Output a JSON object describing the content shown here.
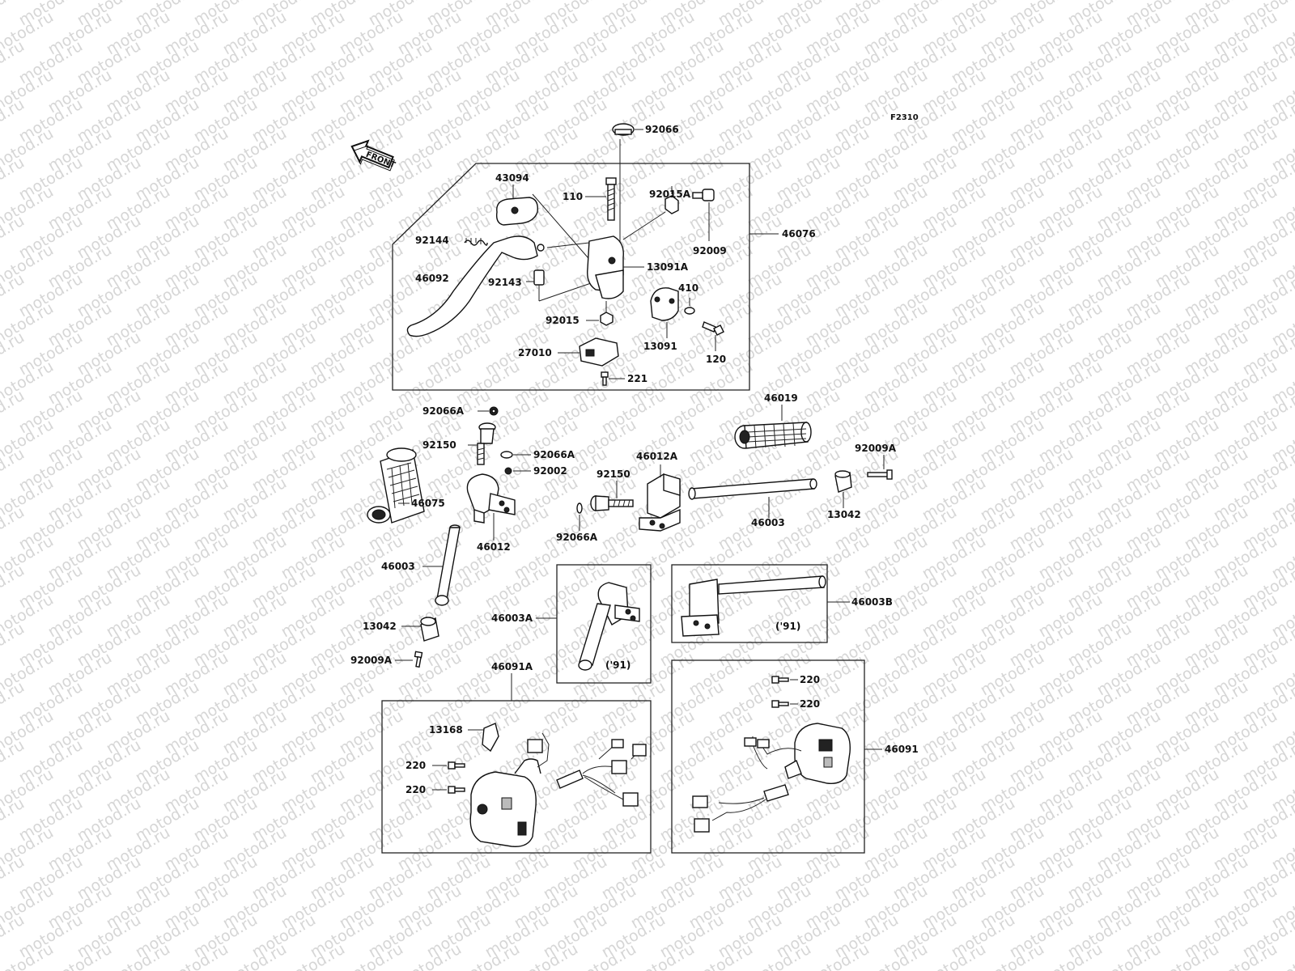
{
  "diagram": {
    "code": "F2310",
    "front_arrow_label": "FRONT",
    "watermark": "motod.ru",
    "parts": {
      "p92066": "92066",
      "p43094": "43094",
      "p110": "110",
      "p92015A": "92015A",
      "p92144": "92144",
      "p92009": "92009",
      "p46076": "46076",
      "p13091A": "13091A",
      "p46092": "46092",
      "p92143": "92143",
      "p410": "410",
      "p92015": "92015",
      "p13091": "13091",
      "p27010": "27010",
      "p120": "120",
      "p221": "221",
      "p92066A_a": "92066A",
      "p46019": "46019",
      "p92150_a": "92150",
      "p92066A_b": "92066A",
      "p92009A_a": "92009A",
      "p92002": "92002",
      "p46012A": "46012A",
      "p92150_b": "92150",
      "p46075": "46075",
      "p46003_a": "46003",
      "p13042_a": "13042",
      "p46012": "46012",
      "p92066A_c": "92066A",
      "p46003_b": "46003",
      "p46003B": "46003B",
      "p46003A": "46003A",
      "p13042_b": "13042",
      "p92009A_b": "92009A",
      "p46091A": "46091A",
      "p220_a": "220",
      "p220_b": "220",
      "p13168": "13168",
      "p220_c": "220",
      "p220_d": "220",
      "p46091": "46091",
      "note_91_a": "('91)",
      "note_91_b": "('91)"
    }
  }
}
